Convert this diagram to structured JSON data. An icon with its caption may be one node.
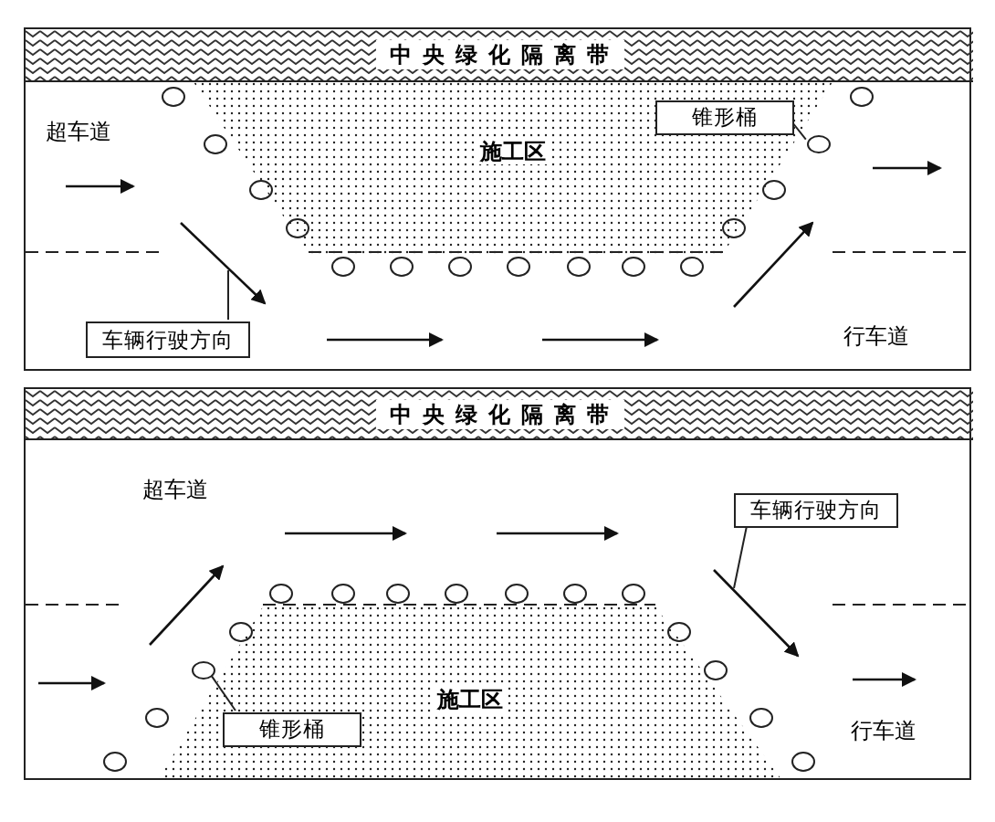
{
  "diagram": {
    "nodes": [
      {
        "text": [],
        "shape": "box"
      },
      {
        "text": [
          "中央绿化隔离带"
        ],
        "in": 0
      },
      {
        "text": [
          "施工区"
        ],
        "in": 0
      },
      {
        "text": [
          "锥形桶"
        ],
        "in": 2
      },
      {
        "text": [],
        "shape": "circle",
        "in": 0
      },
      {
        "text": [
          "车辆行驶方向"
        ],
        "in": 0
      },
      {
        "text": [],
        "shape": "box"
      },
      {
        "text": [
          "中央绿化隔离带"
        ],
        "in": 6
      },
      {
        "text": [
          "施工区"
        ],
        "in": 6
      },
      {
        "text": [
          "车辆行驶方向"
        ],
        "in": 6
      },
      {
        "text": [
          "锥形桶"
        ],
        "in": 8
      },
      {
        "text": [],
        "shape": "circle",
        "in": 6
      }
    ],
    "edges": [
      {
        "from": 3,
        "to": 4,
        "arrow": "none"
      },
      {
        "from": 5,
        "to": null,
        "arrow": "none"
      },
      {
        "from": 9,
        "to": null,
        "arrow": "none"
      },
      {
        "from": 10,
        "to": 11,
        "arrow": "none"
      }
    ],
    "labels": [
      "超车道",
      "行车道",
      "超车道",
      "行车道"
    ]
  }
}
